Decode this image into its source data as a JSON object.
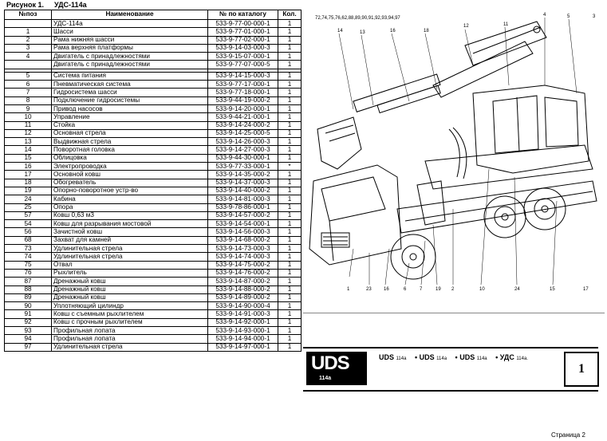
{
  "header": {
    "figure_label": "Рисунок 1.",
    "model": "УДС-114а"
  },
  "table": {
    "columns": [
      "№поз",
      "Наименование",
      "№ по каталогу",
      "Кол."
    ],
    "rows": [
      {
        "pos": "",
        "name": "УДС-114а",
        "cat": "533-9-77-00-000-1",
        "qty": "1"
      },
      {
        "pos": "1",
        "name": "Шасси",
        "cat": "533-9-77-01-000-1",
        "qty": "1"
      },
      {
        "pos": "2",
        "name": "Рама нижняя шасси",
        "cat": "533-9-77-02-000-1",
        "qty": "1"
      },
      {
        "pos": "3",
        "name": "Рама верхняя платформы",
        "cat": "533-9-14-03-000-3",
        "qty": "1"
      },
      {
        "pos": "4",
        "name": "Двигатель с принадлежностями",
        "cat": "533-9-15-07-000-1",
        "qty": "1"
      },
      {
        "pos": "",
        "name": "Двигатель с принадлежностями",
        "cat": "533-9-77-07-000-5",
        "qty": "1"
      },
      {
        "sep": true
      },
      {
        "pos": "5",
        "name": "Система питания",
        "cat": "533-9-14-15-000-3",
        "qty": "1"
      },
      {
        "pos": "6",
        "name": "Пневматическая система",
        "cat": "533-9-77-17-000-1",
        "qty": "1"
      },
      {
        "pos": "7",
        "name": "Гидросистема шасси",
        "cat": "533-9-77-18-000-1",
        "qty": "1"
      },
      {
        "pos": "8",
        "name": "Подключение гидросистемы",
        "cat": "533-9-44-19-000-2",
        "qty": "1"
      },
      {
        "pos": "9",
        "name": "Привод насосов",
        "cat": "533-9-14-20-000-1",
        "qty": "1"
      },
      {
        "pos": "10",
        "name": "Управление",
        "cat": "533-9-44-21-000-1",
        "qty": "1"
      },
      {
        "pos": "11",
        "name": "Стойка",
        "cat": "533-9-14-24-000-2",
        "qty": "1"
      },
      {
        "pos": "12",
        "name": "Основная стрела",
        "cat": "533-9-14-25-000-5",
        "qty": "1"
      },
      {
        "pos": "13",
        "name": "Выдвижная стрела",
        "cat": "533-9-14-26-000-3",
        "qty": "1"
      },
      {
        "pos": "14",
        "name": "Поворотная головка",
        "cat": "533-9-14-27-000-3",
        "qty": "1"
      },
      {
        "pos": "15",
        "name": "Облицовка",
        "cat": "533-9-44-30-000-1",
        "qty": "1"
      },
      {
        "pos": "16",
        "name": "Электропроводка",
        "cat": "533-9-77-33-000-1",
        "qty": "*"
      },
      {
        "pos": "17",
        "name": "Основной ковш",
        "cat": "533-9-14-35-000-2",
        "qty": "1"
      },
      {
        "pos": "18",
        "name": "Обогреватель",
        "cat": "533-9-14-37-000-3",
        "qty": "1"
      },
      {
        "pos": "19",
        "name": "Опорно-поворотное устр-во",
        "cat": "533-9-14-40-000-2",
        "qty": "1"
      },
      {
        "pos": "24",
        "name": "Кабина",
        "cat": "533-9-14-81-000-3",
        "qty": "1"
      },
      {
        "pos": "25",
        "name": "Опора",
        "cat": "533-9-78-86-000-1",
        "qty": "1"
      },
      {
        "pos": "57",
        "name": "Ковш 0,63 м3",
        "cat": "533-9-14-57-000-2",
        "qty": "1"
      },
      {
        "pos": "54",
        "name": "Ковш для разрывания мостовой",
        "cat": "533-9-14-54-000-1",
        "qty": "1"
      },
      {
        "pos": "56",
        "name": "Зачистной ковш",
        "cat": "533-9-14-56-000-3",
        "qty": "1"
      },
      {
        "pos": "68",
        "name": "Захват для камней",
        "cat": "533-9-14-68-000-2",
        "qty": "1"
      },
      {
        "pos": "73",
        "name": "Удлинительная стрела",
        "cat": "533-9-14-73-000-3",
        "qty": "1"
      },
      {
        "pos": "74",
        "name": "Удлинительная стрела",
        "cat": "533-9-14-74-000-3",
        "qty": "1"
      },
      {
        "pos": "75",
        "name": "Отвал",
        "cat": "533-9-14-75-000-2",
        "qty": "1"
      },
      {
        "pos": "76",
        "name": "Рыхлитель",
        "cat": "533-9-14-76-000-2",
        "qty": "1"
      },
      {
        "pos": "87",
        "name": "Дренажный ковш",
        "cat": "533-9-14-87-000-2",
        "qty": "1"
      },
      {
        "pos": "88",
        "name": "Дренажный ковш",
        "cat": "533-9-14-88-000-2",
        "qty": "1"
      },
      {
        "pos": "89",
        "name": "Дренажный ковш",
        "cat": "533-9-14-89-000-2",
        "qty": "1"
      },
      {
        "pos": "90",
        "name": "Уплотняющий цилиндр",
        "cat": "533-9-14-90-000-4",
        "qty": "1"
      },
      {
        "pos": "91",
        "name": "Ковш с съемным рыхлителем",
        "cat": "533-9-14-91-000-3",
        "qty": "1"
      },
      {
        "pos": "92",
        "name": "Ковш с прочным рыхлителем",
        "cat": "533-9-14-92-000-1",
        "qty": "1"
      },
      {
        "pos": "93",
        "name": "Профильная лопата",
        "cat": "533-9-14-93-000-1",
        "qty": "1"
      },
      {
        "pos": "94",
        "name": "Профильная лопата",
        "cat": "533-9-14-94-000-1",
        "qty": "1"
      },
      {
        "pos": "97",
        "name": "Удлинительная стрела",
        "cat": "533-9-14-97-000-1",
        "qty": "1"
      }
    ]
  },
  "drawing": {
    "callouts_top": "72,74,75,76,62,88,89,90,91,92,93,94,97",
    "callouts": [
      "14",
      "13",
      "16",
      "18",
      "12",
      "11",
      "4",
      "5",
      "3",
      "1",
      "23",
      "16",
      "6",
      "7",
      "19",
      "2",
      "10",
      "24",
      "15",
      "17"
    ]
  },
  "brand": {
    "logo_text": "UDS",
    "logo_sub": "114a",
    "variants": [
      {
        "main": "UDS",
        "sub": "114a"
      },
      {
        "main": "• UDS",
        "sub": "114a"
      },
      {
        "main": "• UDS",
        "sub": "114a"
      },
      {
        "main": "• УДС",
        "sub": "114a."
      }
    ],
    "figure_number": "1"
  },
  "footer": {
    "page_label": "Страница 2"
  }
}
